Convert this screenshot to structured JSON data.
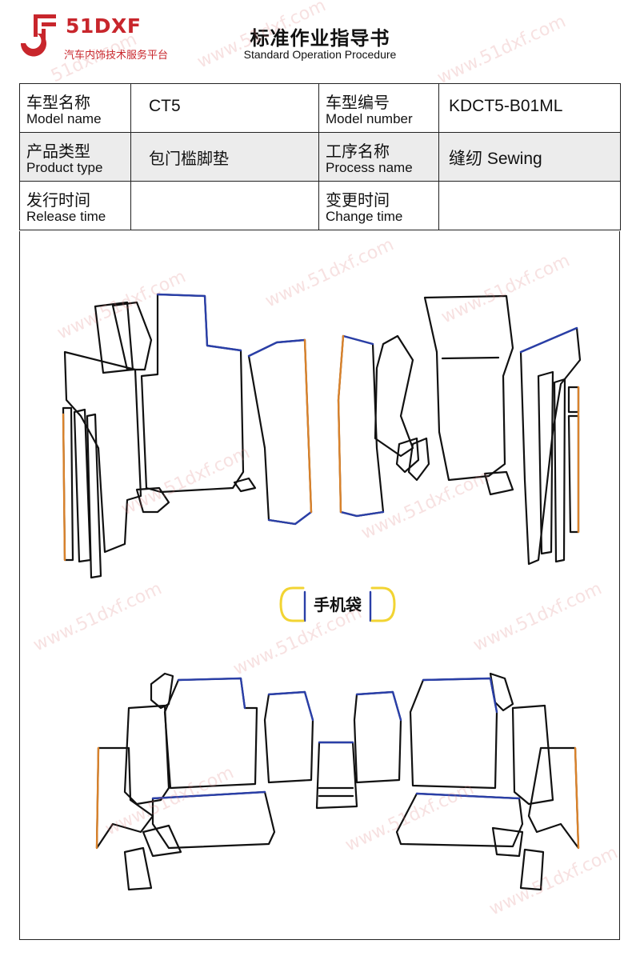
{
  "logo": {
    "name": "51DXF",
    "subtitle": "汽车内饰技术服务平台",
    "brand_color": "#c8262c"
  },
  "document": {
    "title": "标准作业指导书",
    "subtitle": "Standard Operation Procedure"
  },
  "info_table": {
    "model_name_cn": "车型名称",
    "model_name_en": "Model name",
    "model_name_value": "CT5",
    "model_number_cn": "车型编号",
    "model_number_en": "Model number",
    "model_number_value": "KDCT5-B01ML",
    "product_type_cn": "产品类型",
    "product_type_en": "Product type",
    "product_type_value": "包门槛脚垫",
    "process_name_cn": "工序名称",
    "process_name_en": "Process name",
    "process_name_value": "缝纫 Sewing",
    "release_time_cn": "发行时间",
    "release_time_en": "Release time",
    "release_time_value": "",
    "change_time_cn": "变更时间",
    "change_time_en": "Change time",
    "change_time_value": ""
  },
  "drawing": {
    "phone_pocket_label": "手机袋",
    "colors": {
      "outline": "#111111",
      "blue_edge": "#2a3fa8",
      "orange_edge": "#d9822b",
      "yellow_edge": "#f2d433"
    }
  },
  "watermark": {
    "text": "www.51dxf.com",
    "short": "51dxf.com"
  }
}
